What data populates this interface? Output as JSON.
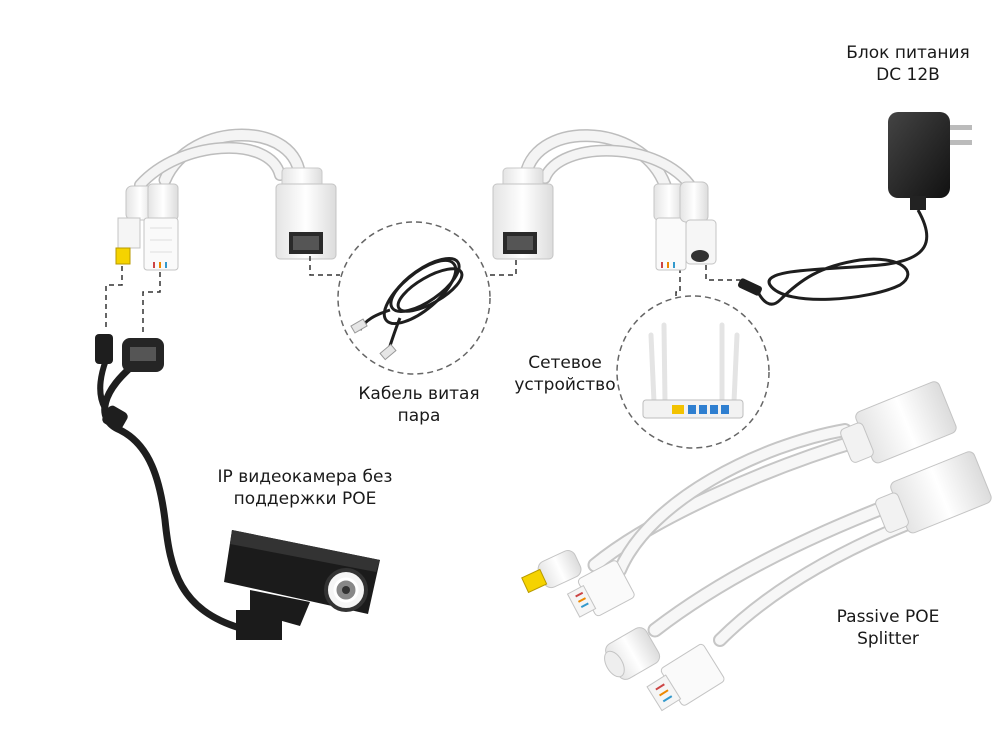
{
  "labels": {
    "power_supply": {
      "line1": "Блок питания",
      "line2": "DC 12В"
    },
    "twisted_pair": {
      "line1": "Кабель витая",
      "line2": "пара"
    },
    "network_device": {
      "line1": "Сетевое",
      "line2": "устройство"
    },
    "ip_camera": {
      "line1": "IP видеокамера без",
      "line2": "поддержки POE"
    },
    "poe_splitter": {
      "line1": "Passive POE",
      "line2": "Splitter"
    }
  },
  "colors": {
    "cable_white": "#f2f2f2",
    "cable_outline": "#bdbdbd",
    "cable_black": "#1e1e1e",
    "dc_tip": "#f5d300",
    "connector_dashes": "#333333",
    "circle_dashes": "#666666"
  }
}
